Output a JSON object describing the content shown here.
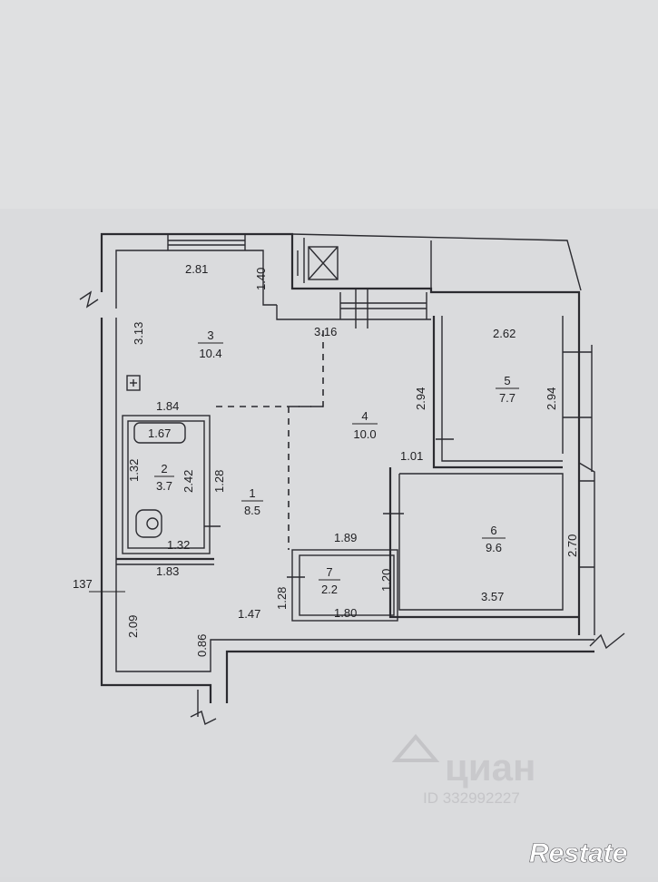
{
  "rooms": [
    {
      "number": "1",
      "area": "8.5"
    },
    {
      "number": "2",
      "area": "3.7"
    },
    {
      "number": "3",
      "area": "10.4"
    },
    {
      "number": "4",
      "area": "10.0"
    },
    {
      "number": "5",
      "area": "7.7"
    },
    {
      "number": "6",
      "area": "9.6"
    },
    {
      "number": "7",
      "area": "2.2"
    }
  ],
  "dimensions": {
    "d_2_81": "2.81",
    "d_1_40": "1.40",
    "d_3_13": "3.13",
    "d_3_16": "3.16",
    "d_2_62": "2.62",
    "d_2_94_left": "2.94",
    "d_2_94_right": "2.94",
    "d_1_84": "1.84",
    "d_1_67": "1.67",
    "d_1_32_a": "1.32",
    "d_2_42": "2.42",
    "d_1_28_a": "1.28",
    "d_1_32_b": "1.32",
    "d_1_01": "1.01",
    "d_1_89": "1.89",
    "d_1_83": "1.83",
    "d_137": "137",
    "d_1_28_b": "1.28",
    "d_1_20": "1.20",
    "d_2_70": "2.70",
    "d_3_57": "3.57",
    "d_2_09": "2.09",
    "d_1_47": "1.47",
    "d_1_80": "1.80",
    "d_0_86": "0.86"
  },
  "watermark": {
    "brand": "циан",
    "listing_id": "ID 332992227"
  },
  "logo": {
    "text": "Restate"
  }
}
